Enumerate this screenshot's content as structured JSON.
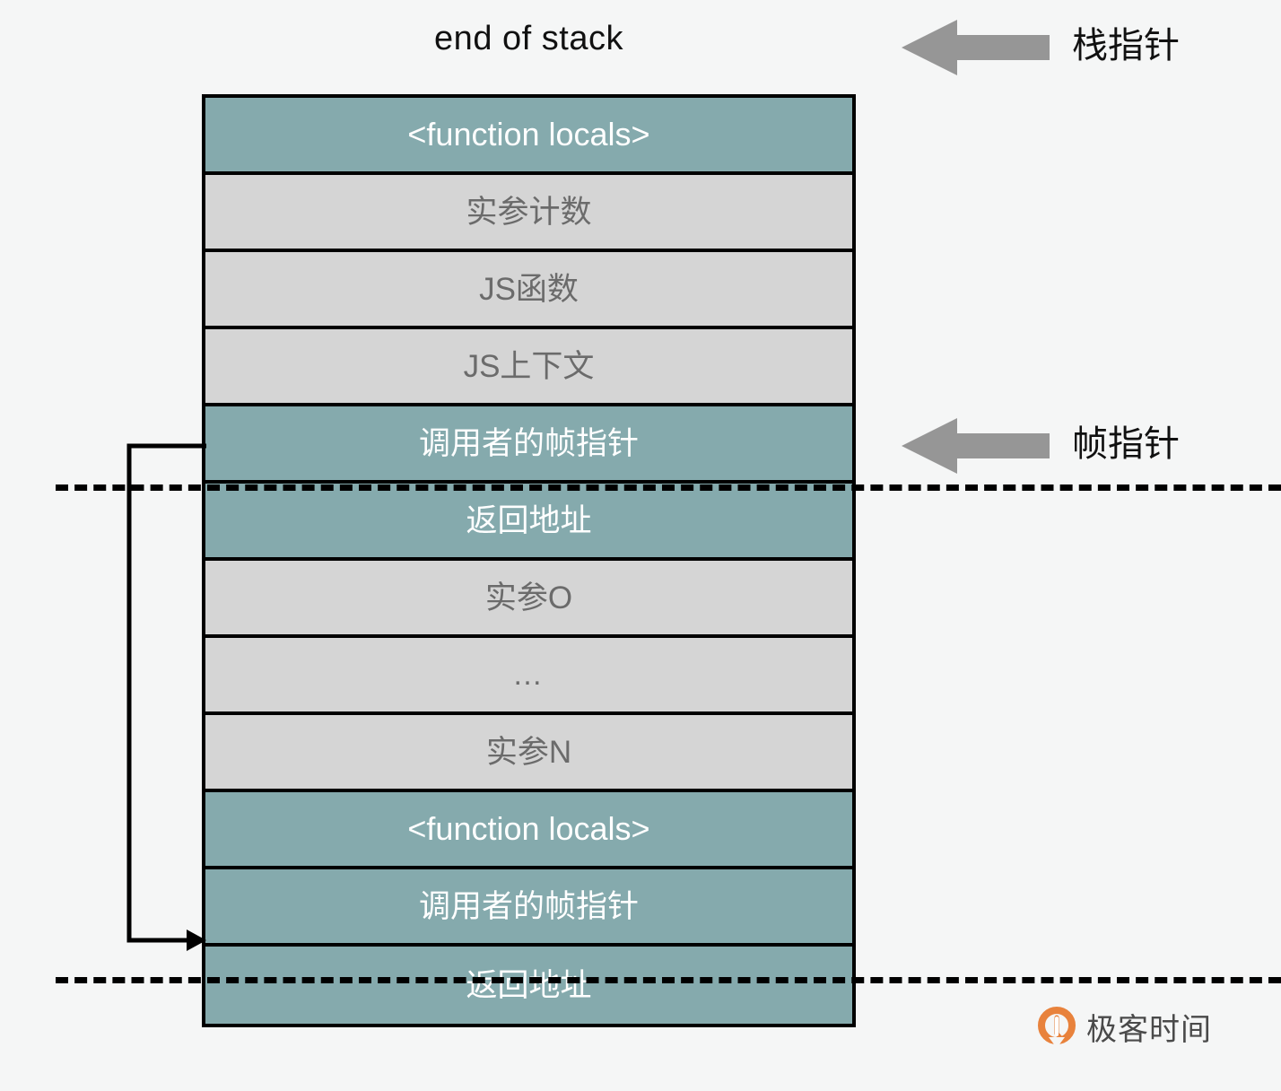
{
  "diagram": {
    "title": "end of stack",
    "background_color": "#f5f6f6",
    "frame_border_color": "#000000",
    "highlight_color": "#85aaad",
    "neutral_color": "#d5d5d5",
    "highlight_text_color": "#ffffff",
    "neutral_text_color": "#6b6b6b",
    "pointer_arrow_color": "#969696"
  },
  "stack_rows": [
    {
      "label": "<function locals>",
      "fill": "teal",
      "kind": "latin"
    },
    {
      "label": "实参计数",
      "fill": "gray",
      "kind": "cjk"
    },
    {
      "label": "JS函数",
      "fill": "gray",
      "kind": "cjk"
    },
    {
      "label": "JS上下文",
      "fill": "gray",
      "kind": "cjk"
    },
    {
      "label": "调用者的帧指针",
      "fill": "teal",
      "kind": "cjk"
    },
    {
      "label": "返回地址",
      "fill": "teal",
      "kind": "cjk"
    },
    {
      "label": "实参O",
      "fill": "gray",
      "kind": "cjk"
    },
    {
      "label": "…",
      "fill": "gray",
      "kind": "ellipsis"
    },
    {
      "label": "实参N",
      "fill": "gray",
      "kind": "cjk"
    },
    {
      "label": "<function locals>",
      "fill": "teal",
      "kind": "latin"
    },
    {
      "label": "调用者的帧指针",
      "fill": "teal",
      "kind": "cjk"
    },
    {
      "label": "返回地址",
      "fill": "teal",
      "kind": "cjk"
    }
  ],
  "pointers": [
    {
      "id": "stack-pointer",
      "label": "栈指针",
      "target_row_index": 0
    },
    {
      "id": "frame-pointer",
      "label": "帧指针",
      "target_row_index": 4
    }
  ],
  "connector": {
    "description": "caller frame pointer links to lower caller frame pointer",
    "from_row_index": 4,
    "to_row_index": 10
  },
  "brand": {
    "name": "极客时间",
    "mark_color": "#e8823c"
  }
}
